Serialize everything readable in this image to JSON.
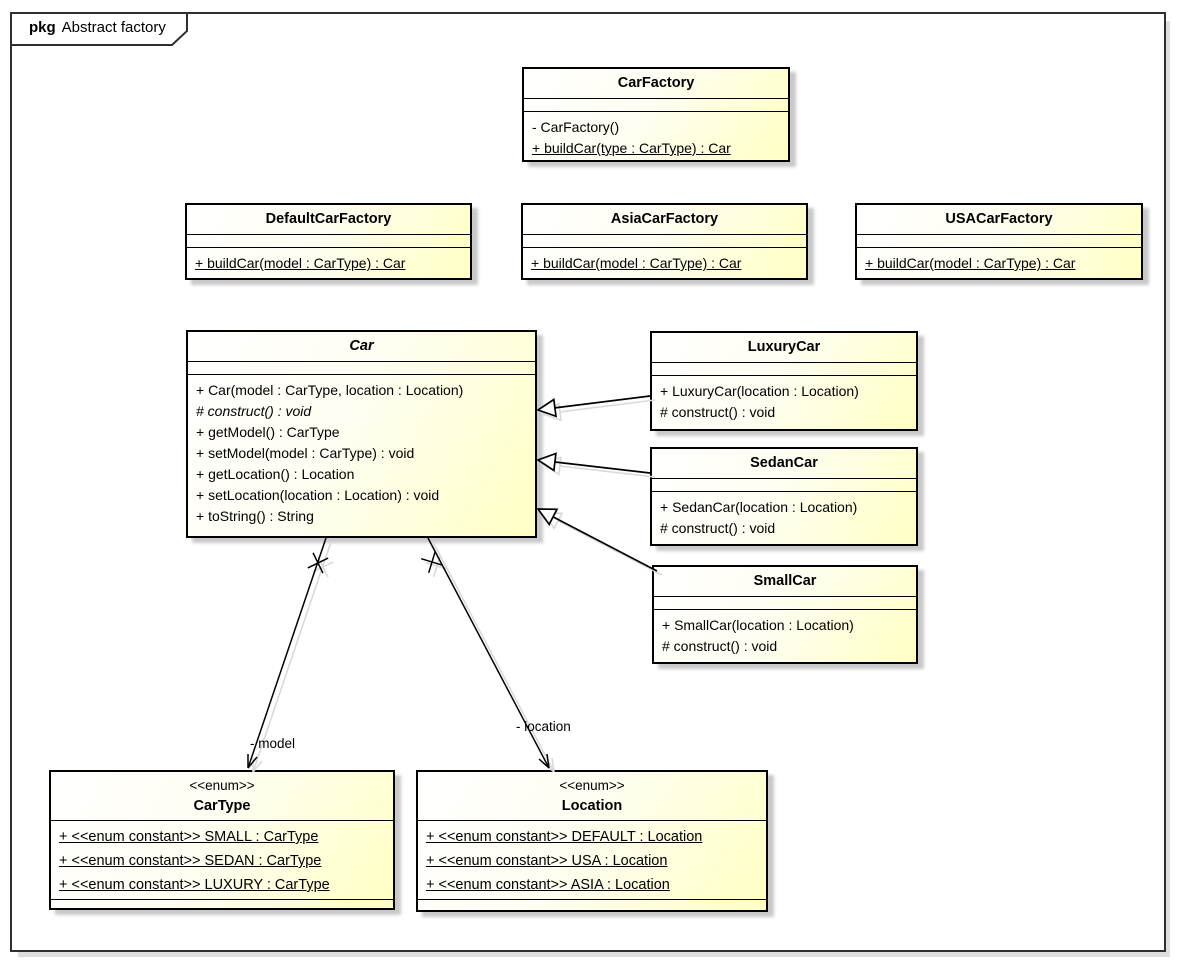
{
  "package": {
    "keyword": "pkg",
    "name": "Abstract factory"
  },
  "classes": {
    "carFactory": {
      "name": "CarFactory",
      "ops": [
        "- CarFactory()",
        "+ buildCar(type : CarType) : Car"
      ]
    },
    "defaultCarFactory": {
      "name": "DefaultCarFactory",
      "ops": [
        "+ buildCar(model : CarType) : Car"
      ]
    },
    "asiaCarFactory": {
      "name": "AsiaCarFactory",
      "ops": [
        "+ buildCar(model : CarType) : Car"
      ]
    },
    "usaCarFactory": {
      "name": "USACarFactory",
      "ops": [
        "+ buildCar(model : CarType) : Car"
      ]
    },
    "car": {
      "name": "Car",
      "ops": [
        "+ Car(model : CarType, location : Location)",
        "# construct() : void",
        "+ getModel() : CarType",
        "+ setModel(model : CarType) : void",
        "+ getLocation() : Location",
        "+ setLocation(location : Location) : void",
        "+ toString() : String"
      ]
    },
    "luxuryCar": {
      "name": "LuxuryCar",
      "ops": [
        "+ LuxuryCar(location : Location)",
        "# construct() : void"
      ]
    },
    "sedanCar": {
      "name": "SedanCar",
      "ops": [
        "+ SedanCar(location : Location)",
        "# construct() : void"
      ]
    },
    "smallCar": {
      "name": "SmallCar",
      "ops": [
        "+ SmallCar(location : Location)",
        "# construct() : void"
      ]
    }
  },
  "enums": {
    "carType": {
      "stereotype": "<<enum>>",
      "name": "CarType",
      "constants": [
        "+ <<enum constant>> SMALL : CarType",
        "+ <<enum constant>> SEDAN : CarType",
        "+ <<enum constant>> LUXURY : CarType"
      ]
    },
    "location": {
      "stereotype": "<<enum>>",
      "name": "Location",
      "constants": [
        "+ <<enum constant>> DEFAULT : Location",
        "+ <<enum constant>> USA : Location",
        "+ <<enum constant>> ASIA : Location"
      ]
    }
  },
  "associations": {
    "model_label": "- model",
    "location_label": "- location"
  },
  "colors": {
    "box_fill_light": "#ffffff",
    "box_fill_yellow": "#ffffc4",
    "box_border": "#000000",
    "box_shadow": "#c9c9c9",
    "frame_border": "#2f2f2f",
    "connector_shadow": "#d9d9d9"
  }
}
